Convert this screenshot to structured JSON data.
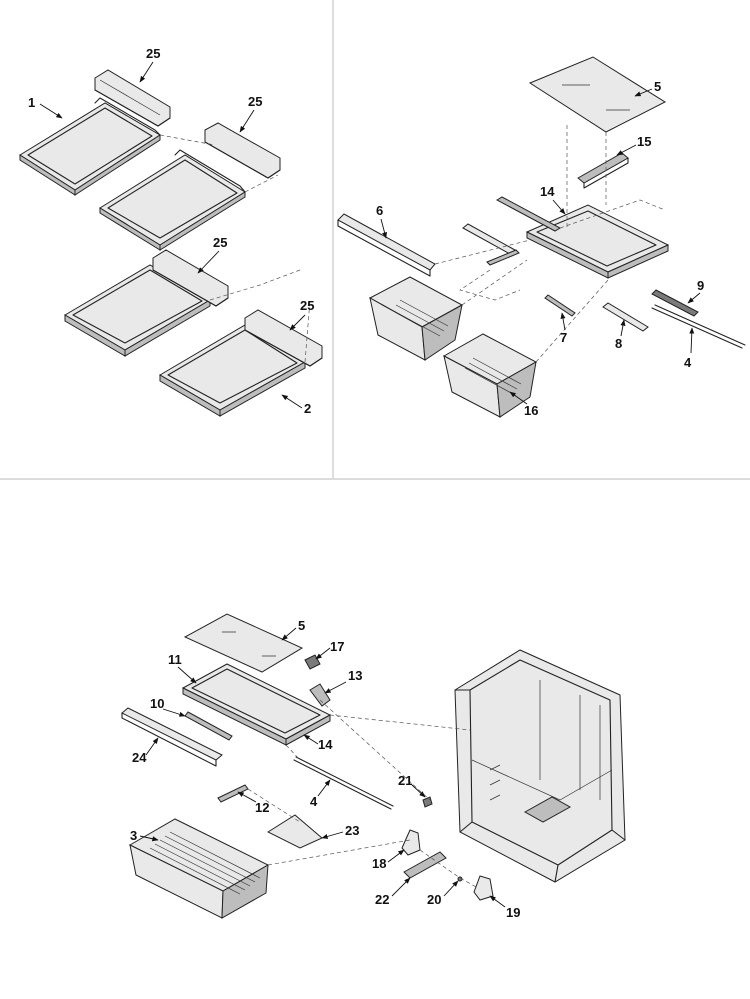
{
  "panels": [
    {
      "name": "shelves",
      "callouts": [
        "1",
        "2",
        "25",
        "25",
        "25",
        "25"
      ]
    },
    {
      "name": "crisper-drawers",
      "callouts": [
        "5",
        "15",
        "14",
        "6",
        "9",
        "7",
        "8",
        "4",
        "16"
      ]
    },
    {
      "name": "pantry-drawer",
      "callouts": [
        "5",
        "17",
        "11",
        "13",
        "10",
        "14",
        "24",
        "21",
        "4",
        "12",
        "23",
        "3",
        "18",
        "22",
        "20",
        "19"
      ]
    }
  ]
}
